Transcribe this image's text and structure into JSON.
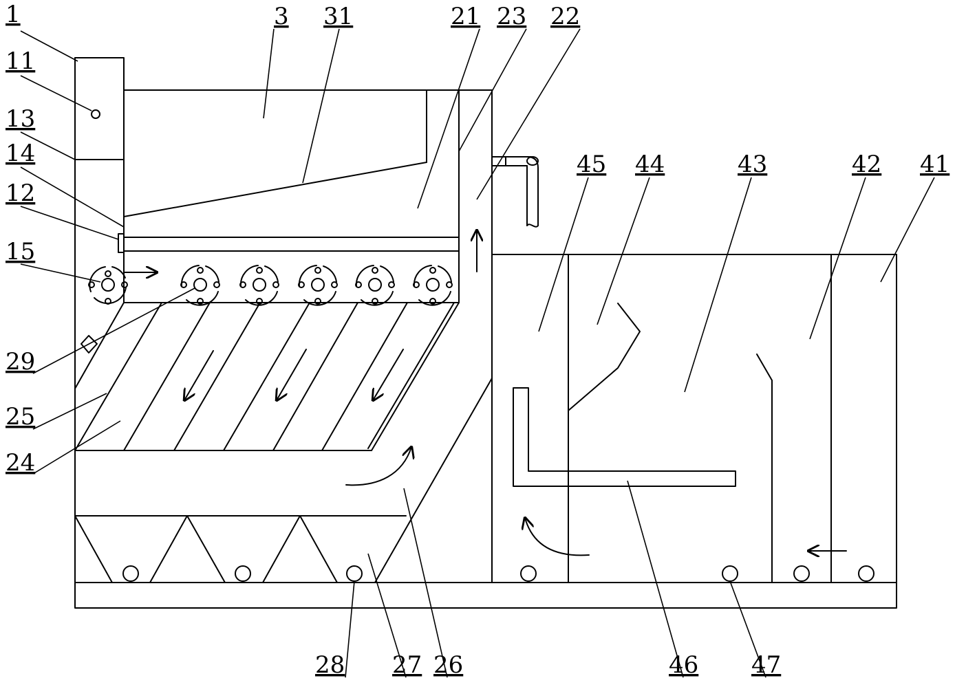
{
  "labels": {
    "l1": "1",
    "l11": "11",
    "l13": "13",
    "l14": "14",
    "l12": "12",
    "l15": "15",
    "l29": "29",
    "l25": "25",
    "l24": "24",
    "l3": "3",
    "l31": "31",
    "l21": "21",
    "l23": "23",
    "l22": "22",
    "l45": "45",
    "l44": "44",
    "l43": "43",
    "l42": "42",
    "l41": "41",
    "l28": "28",
    "l27": "27",
    "l26": "26",
    "l46": "46",
    "l47": "47"
  }
}
